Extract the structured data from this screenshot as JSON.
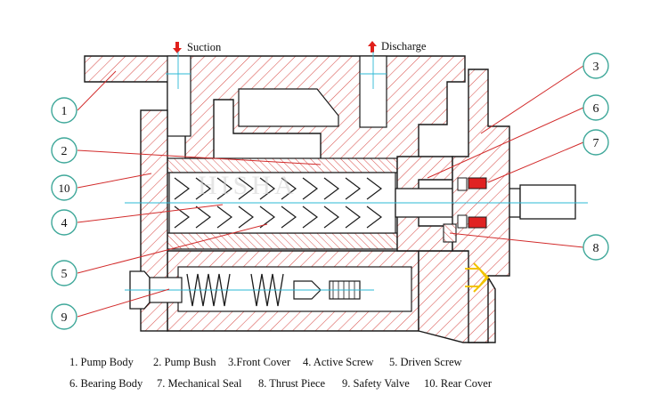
{
  "arrows": {
    "suction": {
      "label": "Suction",
      "color": "#e0201b"
    },
    "discharge": {
      "label": "Discharge",
      "color": "#e0201b"
    }
  },
  "callouts": [
    {
      "number": "1"
    },
    {
      "number": "2"
    },
    {
      "number": "3"
    },
    {
      "number": "4"
    },
    {
      "number": "5"
    },
    {
      "number": "6"
    },
    {
      "number": "7"
    },
    {
      "number": "8"
    },
    {
      "number": "9"
    },
    {
      "number": "10"
    }
  ],
  "watermark": "HISHA",
  "legend": {
    "row1": [
      "1. Pump Body",
      "2. Pump Bush",
      "3.Front Cover",
      "4. Active Screw",
      "5. Driven Screw"
    ],
    "row2": [
      "6. Bearing Body",
      "7. Mechanical Seal",
      "8. Thrust Piece",
      "9. Safety Valve",
      "10. Rear Cover"
    ]
  },
  "colors": {
    "outline": "#1a1a1a",
    "hatch": "#d9534f",
    "leader": "#d22b2b",
    "callout_circle": "#3fa89a",
    "center_line": "#2bb8d6",
    "seal": "#e02222",
    "flow": "#f2c200"
  }
}
